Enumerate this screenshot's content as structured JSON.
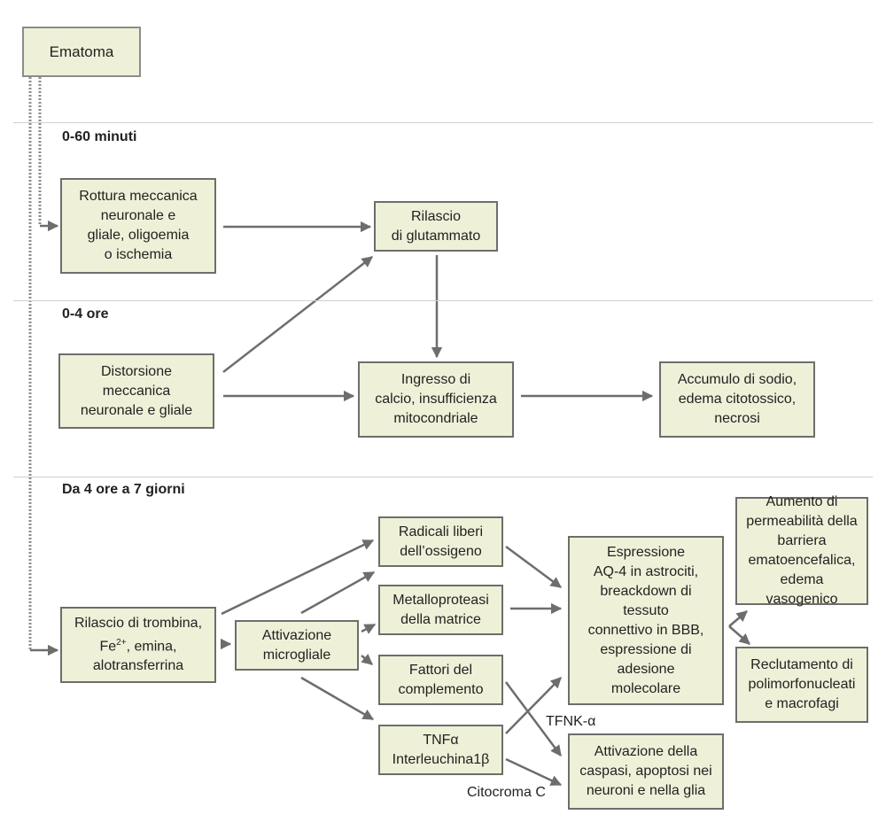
{
  "start": "Ematoma",
  "phases": [
    "0-60 minuti",
    "0-4 ore",
    "Da 4 ore a 7 giorni"
  ],
  "boxes": {
    "rottura": "Rottura meccanica\nneuronale e\ngliale, oligoemia\no ischemia",
    "glutammato": "Rilascio\ndi glutammato",
    "distorsione": "Distorsione\nmeccanica\nneuronale e gliale",
    "calcio": "Ingresso di\ncalcio, insufficienza\nmitocondriale",
    "sodio": "Accumulo di sodio,\nedema citotossico,\nnecrosi",
    "radicali": "Radicali liberi\ndell’ossigeno",
    "metallo": "Metalloproteasi\ndella matrice",
    "complemento": "Fattori del\ncomplemento",
    "trombina_pre": "Rilascio di trombina,",
    "trombina_fe": "Fe",
    "trombina_sup": "2+",
    "trombina_post": ", emina,\nalotransferrina",
    "microglia": "Attivazione\nmicrogliale",
    "tnf": "TNFα\nInterleuchina1β",
    "espressione": "Espressione\nAQ-4 in astrociti,\nbreackdown di\ntessuto\nconnettivo in BBB,\nespressione di\nadesione\nmolecolare",
    "caspasi": "Attivazione della\ncaspasi, apoptosi nei\nneuroni e nella glia",
    "permeabilita": "Aumento di\npermeabilità della\nbarriera\nematoencefalica,\nedema vasogenico",
    "reclutamento": "Reclutamento di\npolimorfonucleati\ne macrofagi"
  },
  "labels": {
    "tfnk": "TFNK-α",
    "citocroma": "Citocroma C"
  }
}
